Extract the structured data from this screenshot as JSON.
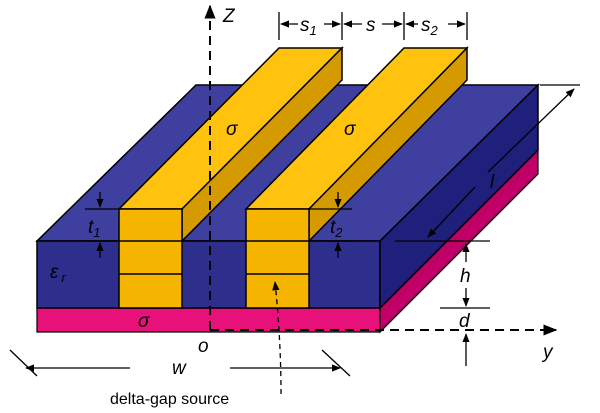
{
  "labels": {
    "z_axis": "Z",
    "y_axis": "y",
    "origin": "o",
    "s1_symbol": "s",
    "s1_subscript": "1",
    "s": "s",
    "s2_symbol": "s",
    "s2_subscript": "2",
    "sigma_strip1": "σ",
    "sigma_strip2": "σ",
    "sigma_ground": "σ",
    "t1_symbol": "t",
    "t1_subscript": "1",
    "t2_symbol": "t",
    "t2_subscript": "2",
    "epsilon_symbol": "ε",
    "epsilon_subscript": "r",
    "length": "l",
    "height": "h",
    "depth": "d",
    "width": "w",
    "source": "delta-gap source"
  },
  "colors": {
    "substrate_top": "#3f3f9f",
    "substrate_front": "#2e2e8c",
    "substrate_right": "#1f1f7c",
    "ground_front": "#e8117a",
    "ground_right": "#bf0066",
    "strip_top": "#ffc20e",
    "strip_front": "#f5b400",
    "strip_right": "#d49a00",
    "outline": "#000000"
  }
}
